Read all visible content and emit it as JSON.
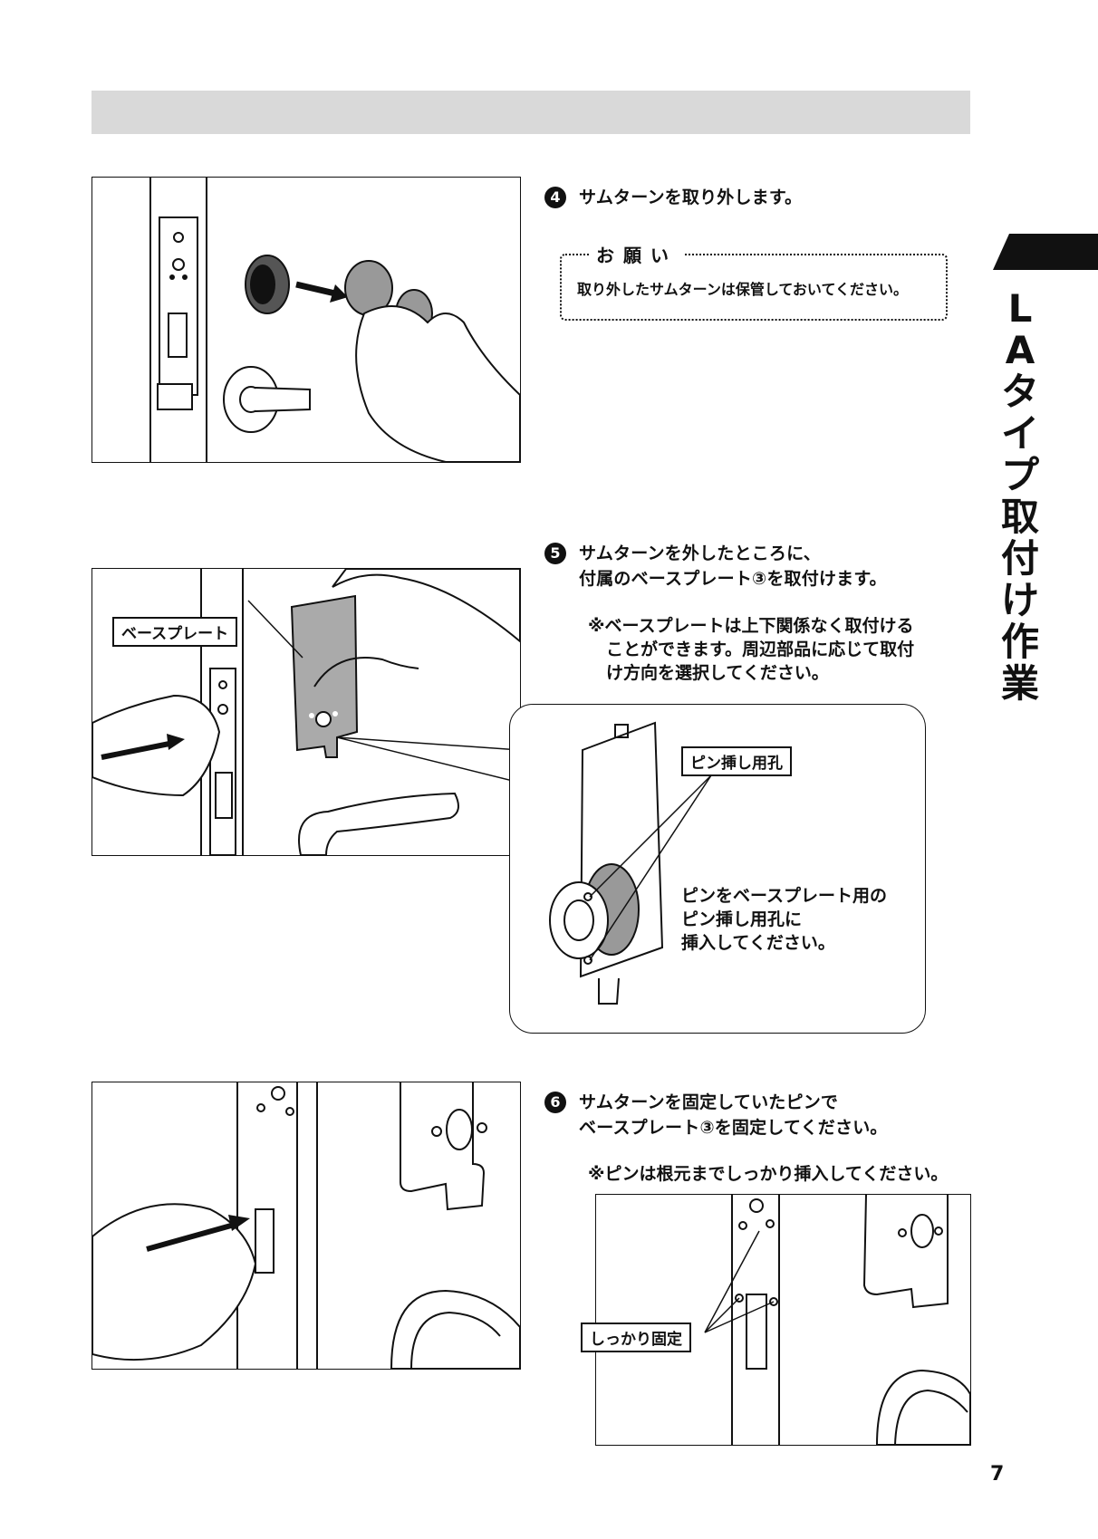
{
  "page": {
    "number": "7"
  },
  "sidebar": {
    "chars": [
      "L",
      "A",
      "タ",
      "イ",
      "プ",
      "取",
      "付",
      "け",
      "作",
      "業"
    ]
  },
  "steps": [
    {
      "number": "4",
      "lines": [
        "サムターンを取り外します。"
      ]
    },
    {
      "number": "5",
      "lines": [
        "サムターンを外したところに、",
        "付属のベースプレート③を取付けます。"
      ],
      "note": [
        "※ベースプレートは上下関係なく取付ける",
        "ことができます。周辺部品に応じて取付",
        "け方向を選択してください。"
      ]
    },
    {
      "number": "6",
      "lines": [
        "サムターンを固定していたピンで",
        "ベースプレート③を固定してください。"
      ],
      "note": [
        "※ピンは根元までしっかり挿入してください。"
      ]
    }
  ],
  "onegai": {
    "title": "お願い",
    "body": "取り外したサムターンは保管しておいてください。"
  },
  "labels": {
    "base_plate": "ベースプレート",
    "pin_hole": "ピン挿し用孔",
    "pin_instruction": [
      "ピンをベースプレート用の",
      "ピン挿し用孔に",
      "挿入してください。"
    ],
    "firm_fix": "しっかり固定"
  }
}
